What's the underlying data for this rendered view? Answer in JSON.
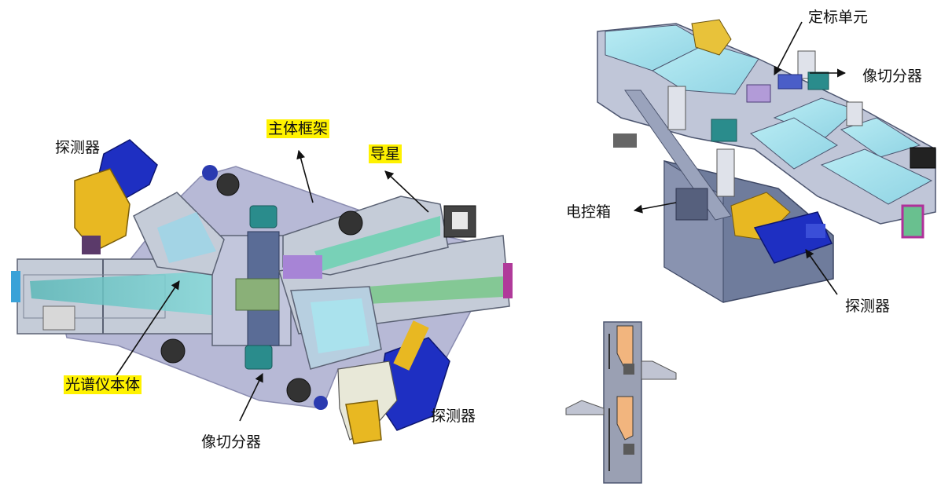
{
  "labels": {
    "detector_top_left": "探测器",
    "main_frame": "主体框架",
    "guide_star": "导星",
    "spectrometer_body": "光谱仪本体",
    "image_slicer_bottom": "像切分器",
    "detector_bottom_right": "探测器",
    "calibration_unit": "定标单元",
    "image_slicer_right": "像切分器",
    "control_box": "电控箱",
    "detector_right": "探测器"
  },
  "highlight_color": "#fff200",
  "colors": {
    "frame": "#b7b9d6",
    "housing": "#c8cfd8",
    "beam": "#6fc9c9",
    "detector_blue": "#2233cc",
    "detector_yellow": "#e8b822",
    "cover": "#a9e3ee",
    "panel": "#7f8aa8"
  }
}
